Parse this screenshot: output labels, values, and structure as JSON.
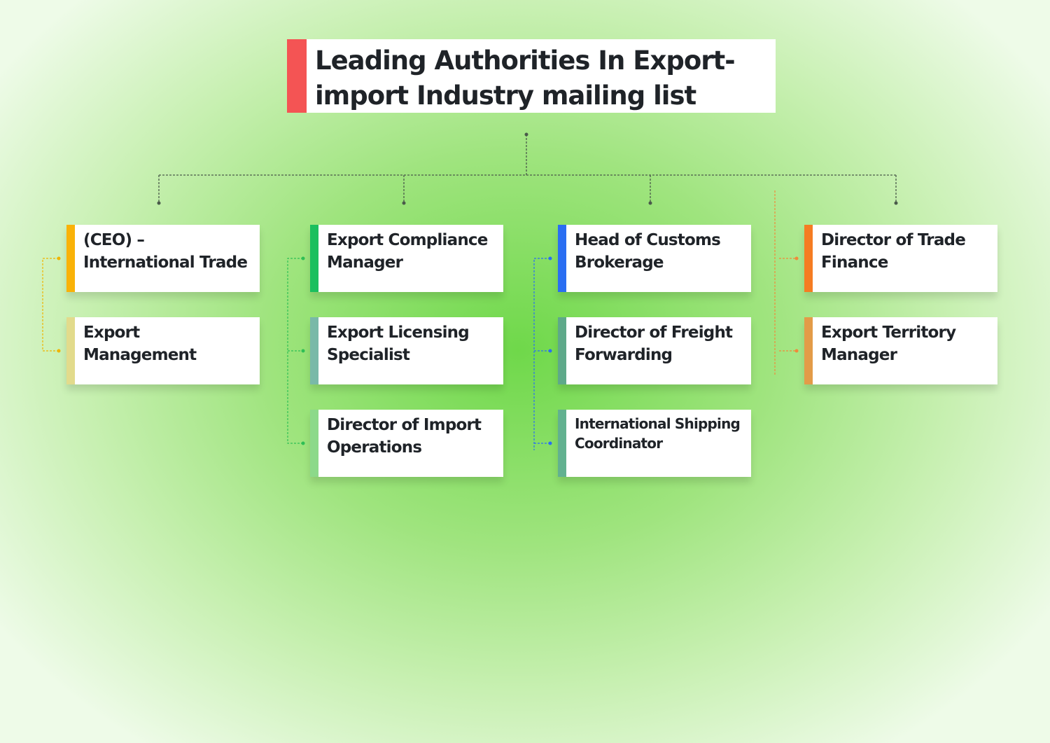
{
  "title": "Leading Authorities In Export-import Industry mailing list",
  "columns": [
    {
      "color": "#f9b208",
      "line_color": "#f0b400",
      "cards": [
        {
          "label": "(CEO) – International Trade",
          "color": "#f9b208"
        },
        {
          "label": "Export Management",
          "color": "#e2db8c"
        }
      ]
    },
    {
      "color": "#1bbf5e",
      "line_color": "#2fbf55",
      "cards": [
        {
          "label": "Export Compliance Manager",
          "color": "#1bbf5e"
        },
        {
          "label": "Export Licensing Specialist",
          "color": "#79b9a8"
        },
        {
          "label": "Director of Import Operations",
          "color": "#8cd98a"
        }
      ]
    },
    {
      "color": "#2a6ef2",
      "line_color": "#2a6ef2",
      "cards": [
        {
          "label": "Head of Customs Brokerage",
          "color": "#2a6ef2"
        },
        {
          "label": "Director of Freight Forwarding",
          "color": "#5ea98a"
        },
        {
          "label": "International Shipping Coordinator",
          "color": "#62b190"
        }
      ]
    },
    {
      "color": "#f57c22",
      "line_color": "#f08a3a",
      "cards": [
        {
          "label": "Director of Trade Finance",
          "color": "#f57c22"
        },
        {
          "label": "Export Territory Manager",
          "color": "#e39b48"
        }
      ]
    }
  ]
}
